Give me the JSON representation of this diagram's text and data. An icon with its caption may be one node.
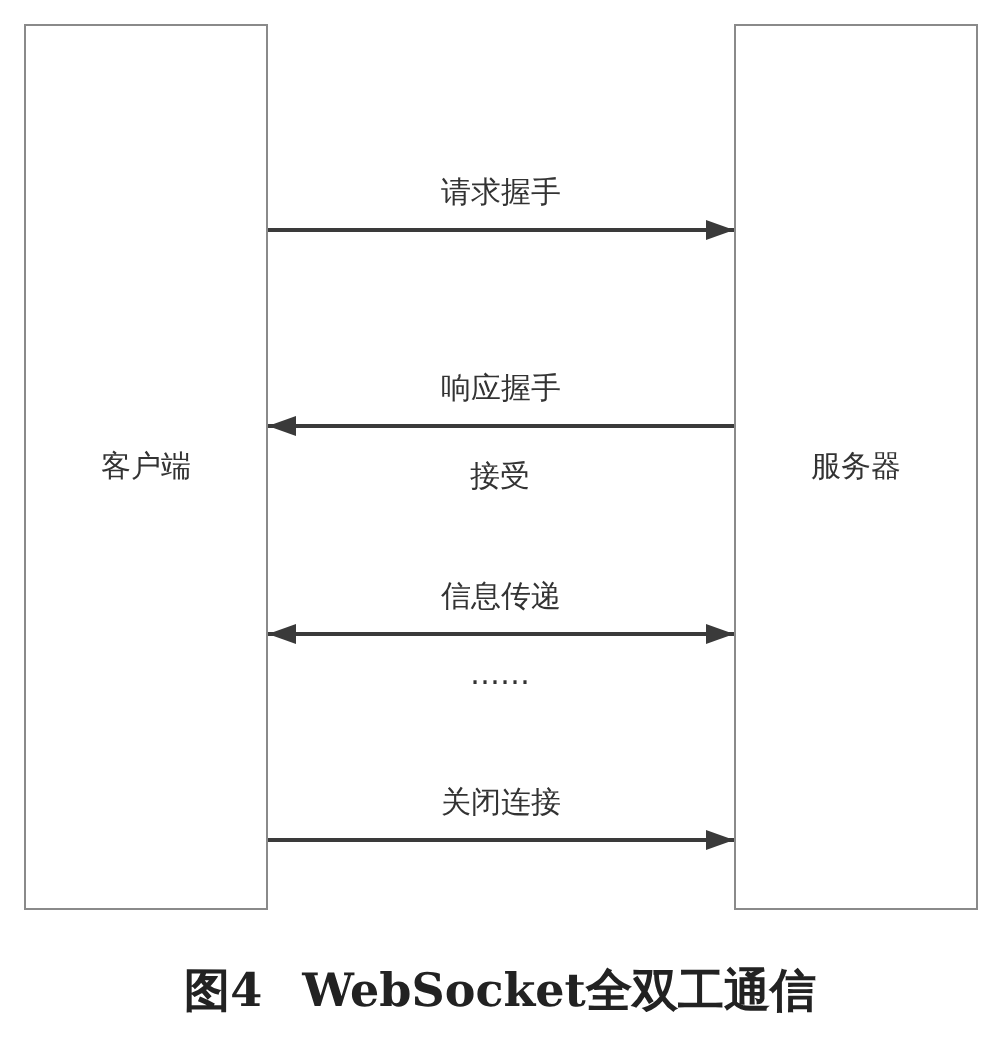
{
  "diagram": {
    "caption": "图4 WebSocket全双工通信",
    "nodes": [
      {
        "text": [
          "客户端"
        ]
      },
      {
        "text": [
          "服务器"
        ]
      }
    ],
    "edges": [
      {
        "from": 0,
        "to": 1,
        "arrow": "to",
        "label": "请求握手"
      },
      {
        "from": 1,
        "to": 0,
        "arrow": "to",
        "label": "响应握手"
      },
      {
        "from": 0,
        "to": 1,
        "arrow": "both",
        "label": "信息传递"
      },
      {
        "from": 0,
        "to": 1,
        "arrow": "to",
        "label": "关闭连接"
      }
    ],
    "labels": [
      "接受",
      "……"
    ]
  }
}
